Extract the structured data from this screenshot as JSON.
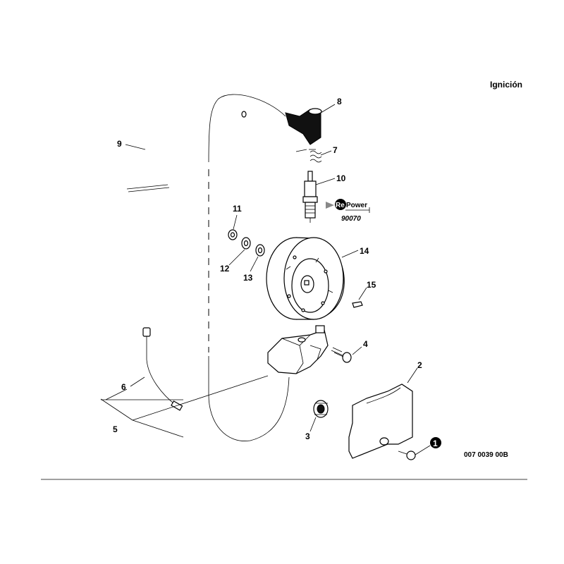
{
  "header": {
    "section_title": "Ignición"
  },
  "callouts": [
    {
      "id": "c1",
      "text": "1"
    },
    {
      "id": "c2",
      "text": "2"
    },
    {
      "id": "c3",
      "text": "3"
    },
    {
      "id": "c4",
      "text": "4"
    },
    {
      "id": "c5",
      "text": "5"
    },
    {
      "id": "c6",
      "text": "6"
    },
    {
      "id": "c7",
      "text": "7"
    },
    {
      "id": "c8",
      "text": "8"
    },
    {
      "id": "c9",
      "text": "9"
    },
    {
      "id": "c10",
      "text": "10"
    },
    {
      "id": "c11",
      "text": "11"
    },
    {
      "id": "c12",
      "text": "12"
    },
    {
      "id": "c13",
      "text": "13"
    },
    {
      "id": "c14",
      "text": "14"
    },
    {
      "id": "c15",
      "text": "15"
    }
  ],
  "repower": {
    "logo_re": "Re",
    "logo_power": "Power",
    "part_number": "90070"
  },
  "footer": {
    "drawing_id": "007 0039 00B"
  },
  "colors": {
    "ink": "#000000",
    "paper": "#ffffff",
    "logo_badge": "#000000",
    "arrow": "#888888"
  }
}
